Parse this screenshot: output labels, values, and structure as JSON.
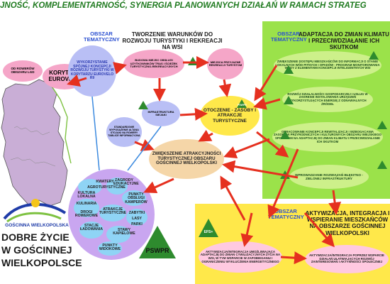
{
  "title": "JNOŚĆ, KOMPLEMENTARNOŚĆ, SYNERGIA PLANOWANYCH DZIAŁAŃ W RAMACH STRATEG",
  "section_label": "OBSZAR TEMATYCZNY",
  "sections": {
    "tourism": "TWORZENIE WARUNKÓW DO ROZWOJU TURYSTYKI I REKREACJI NA WSI",
    "climate": "ADAPTACJA DO ZMIAN KLIMATU I PRZECIWDZIAŁANIE ICH SKUTKOM",
    "activation": "AKTYWIZACJA, INTEGRACJA I WSPIERANIE MIESZKAŃCÓW NA OBSZARZE GOŚCINNEJ WIELKOPOLSKI"
  },
  "nodes": {
    "korytarz": "KORYTARZ EUROVELO",
    "korytarz_small": "OD ROWERÓW OBSZARU LGD",
    "eurovelo_concept": "WYKORZYSTANIE SPÓJNEJ KONCEPCJI ROZWOJU TURYSTYKI W KORYTARZU EUROVELO R9",
    "budowa": "BUDOWA MIEJSC OBSŁUGI UZYTKOWNIKÓW TRAS I ŚCIEŻEK TURYSTYCZNO-REKREACYJNYCH",
    "miejsca": "MIEJSCA PRZYJAZNE REKREACJI TURYSTOM",
    "infrastruktura": "INFRASTRUKTURA SIEJAKI",
    "standardowe": "STANDARDOWE WYPOSAŻENIE ALTANA STOJAKI NA ROWERY TABLICE INFORMACYJNA",
    "otoczenie": "OTOCZENIE - ZASOBY I ATRAKCJE TURYSTYCZNE",
    "zwiekszenie": "ZWIĘKSZENIE ATRAKCYJNOŚCI TURYSTYCZNEJ OBSZARU GOŚCINNEJ WIELKOPOLSKI",
    "dostep": "ZWIĘKSZENIE DOSTĘPU MIESZKAŃCÓW DO INFORMACJI O STANIE LOKALNYCH WÓD PITNYCH I OPADÓW - PROGRAM MONITOROWANIA WODY Z ELEMENTAMI KONCEPCJI INTELIGENTNYCH WSI",
    "rozwoj": "ROZWÓJ DZIAŁALNOŚCI GOSPODARCZEJ I USŁUG W ZAKRESIE INSTALOWANIA URZĄDZEŃ WYKORZYSTUJĄCYCH ENERGIĘ Z ODNAWIALNYCH ŹRÓDEŁ",
    "opracowanie": "OPRACOWANIE KONCEPCJI REWITALIZACJI I WZBOGACANIA ZASOBÓW PRZYRODNICZYCH I KULTUROWYCH OBSZARU WIEJSKIEGO SPOSOBEM NA ADAPTACJĘ DO ZMIAN KLIMATU I PRZECIWDZIAŁANIE ICH SKUTKOM",
    "wprowadzanie": "WPROWADZANIE ROZWIĄZAŃ BŁĘKITNO - ZIELONEJ INFRASTRUKTURY",
    "aktywizacja1": "AKTYWIZACJA/INTEGRACJA UMOŻLIWIAJĄCA ADAPTACJĘ DO ZMIAN CYWILIZACYJNYCH ŻYCIA NA WSI, W TYM WSPARCIE W ZAPOBIEGANIU I OGRANICZENIU WYKLUCZENIA ENERGETYCZNEGO",
    "aktywizacja2": "AKTYWIZACJA/INTEGRACJA POPRZEZ WSPARCIE DZIAŁAŃ UŁATWIAJĄCYCH ROZWÓJ ZAINTERESOWAŃ I AKTYWNOŚCI SPOŁECZNEJ"
  },
  "words": [
    "KWATERY",
    "AGROTURYSTYCZNE",
    "ZAGRODY EDUKACYJNE",
    "KULTURA LOKALNA",
    "KULINARIA",
    "PUNKTY OBSŁUGI KAMPERÓW",
    "DROGI ROWEROWE",
    "ATRAKCJE TURYSTYCZNE",
    "ZABYTKI",
    "LASY",
    "PARKI",
    "STACJE ŁADOWANIA",
    "STAWY KAPIELOWE",
    "PUNKTY WIDOKOWE"
  ],
  "badges": {
    "pswpr": "PSWPR",
    "efs": "EFS+",
    "fundusz": "FEWP/EFRR",
    "pswpr_large": "PSWPR"
  },
  "logo": {
    "line1": "GOŚCINNA WIELKOPOLSKA",
    "line2": "DOBRE ŻYCIE",
    "line3": "W GOŚCINNEJ",
    "line4": "WIELKOPOLSCE"
  },
  "colors": {
    "title": "#1f7a1f",
    "green_panel": "#9be24a",
    "yellow_panel": "#ffe84a",
    "pink_oval": "#f5a6c8",
    "blue_oval": "#b9bff5",
    "lavender": "#c9a6f0",
    "cyan": "#8fd4f5",
    "arrow": "#e5301f",
    "map": "#c9aed6"
  }
}
